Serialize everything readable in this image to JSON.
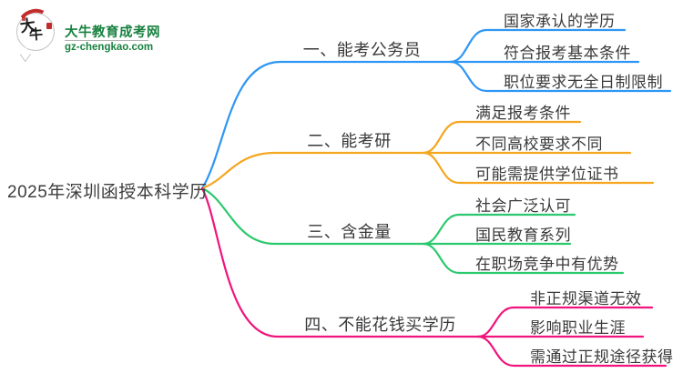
{
  "logo": {
    "icon_text_top": "大",
    "icon_text_bottom": "牛",
    "title": "大牛教育成考网",
    "domain": "gz-chengkao.com",
    "brand_green": "#17813f",
    "seal_red": "#c42b2b"
  },
  "central": {
    "title": "2025年深圳函授本科学历"
  },
  "branches": [
    {
      "label": "一、能考公务员",
      "color": "#2e96f4",
      "children": [
        "国家承认的学历",
        "符合报考基本条件",
        "职位要求无全日制限制"
      ]
    },
    {
      "label": "二、能考研",
      "color": "#f5a61f",
      "children": [
        "满足报考条件",
        "不同高校要求不同",
        "可能需提供学位证书"
      ]
    },
    {
      "label": "三、含金量",
      "color": "#2bc96d",
      "children": [
        "社会广泛认可",
        "国民教育系列",
        "在职场竞争中有优势"
      ]
    },
    {
      "label": "四、不能花钱买学历",
      "color": "#f0147c",
      "children": [
        "非正规渠道无效",
        "影响职业生涯",
        "需通过正规途径获得"
      ]
    }
  ]
}
